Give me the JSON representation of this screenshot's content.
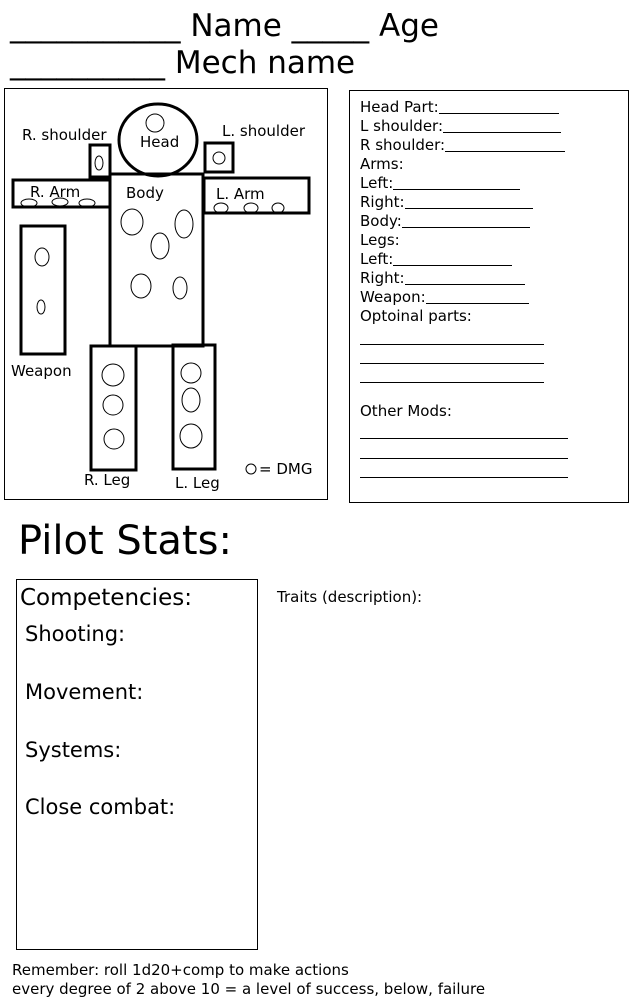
{
  "header": {
    "line1": "___________ Name _____ Age",
    "line2": "__________ Mech name"
  },
  "diagram": {
    "labels": {
      "r_shoulder": "R. shoulder",
      "head": "Head",
      "l_shoulder": "L. shoulder",
      "r_arm": "R. Arm",
      "body": "Body",
      "l_arm": "L. Arm",
      "weapon": "Weapon",
      "r_leg": "R. Leg",
      "l_leg": "L. Leg"
    },
    "legend": "= DMG"
  },
  "parts_list": {
    "fields": [
      "Head Part: ",
      "L shoulder:",
      "R shoulder:",
      "Arms:",
      "Left:",
      "Right:",
      "Body:",
      "Legs:",
      "Left:",
      "Right:",
      "Weapon:",
      "Optoinal parts:"
    ],
    "other_mods": "Other Mods:"
  },
  "pilot": {
    "title": "Pilot Stats:",
    "competencies_title": "Competencies:",
    "competencies": [
      "Shooting:",
      "Movement:",
      "Systems:",
      "Close combat:"
    ],
    "traits": "Traits (description):"
  },
  "notes": [
    "Remember: roll 1d20+comp to make actions",
    "every degree of 2 above 10 = a level of success, below, failure"
  ]
}
